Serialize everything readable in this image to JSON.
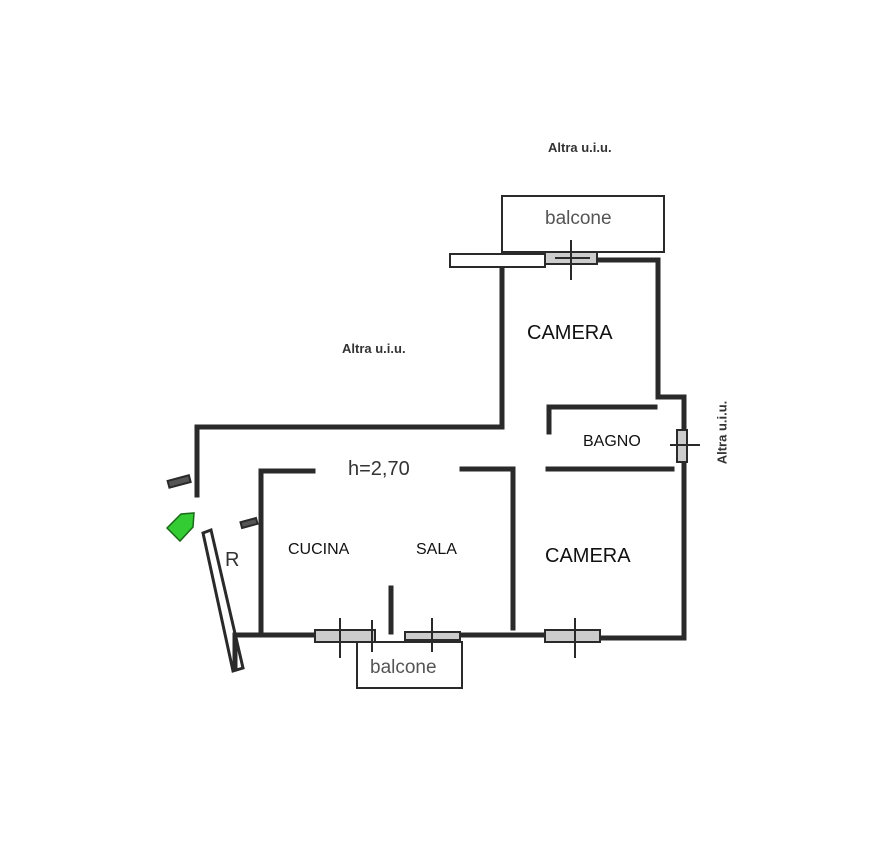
{
  "labels": {
    "other_unit_top": "Altra u.i.u.",
    "other_unit_left": "Altra u.i.u.",
    "other_unit_right": "Altra u.i.u.",
    "balcony_top": "balcone",
    "balcony_bottom": "balcone",
    "bedroom_top": "CAMERA",
    "bathroom": "BAGNO",
    "height": "h=2,70",
    "kitchen": "CUCINA",
    "living": "SALA",
    "bedroom_bottom": "CAMERA",
    "r_mark": "R"
  },
  "colors": {
    "wall": "#2a2a2a",
    "entrance_arrow": "#33cc33"
  }
}
